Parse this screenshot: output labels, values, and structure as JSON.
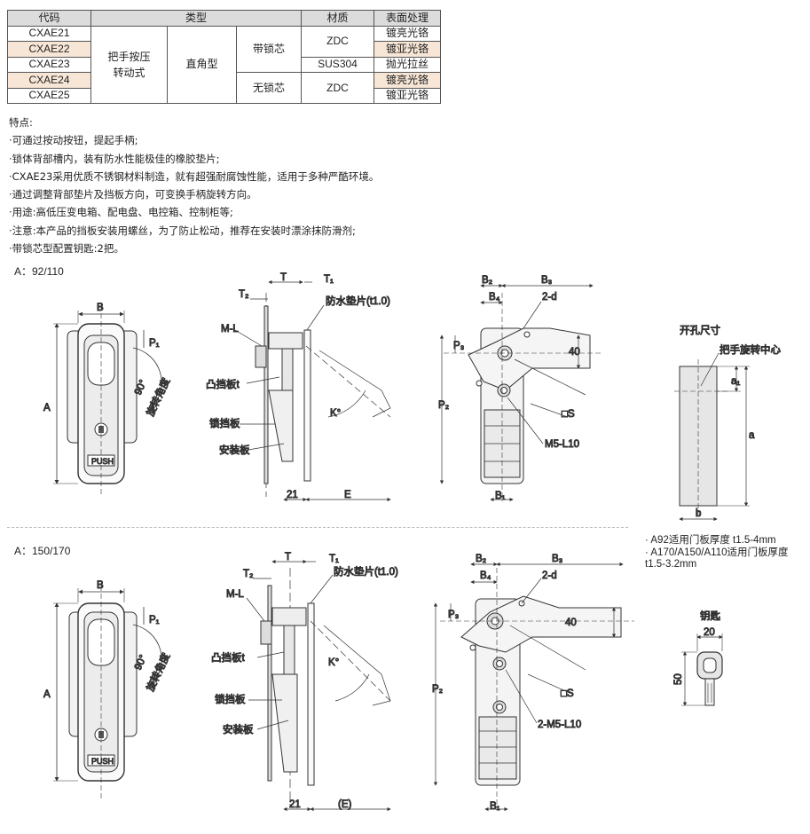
{
  "table": {
    "headers": [
      "代码",
      "类型",
      "材质",
      "表面处理"
    ],
    "codes": [
      "CXAE21",
      "CXAE22",
      "CXAE23",
      "CXAE24",
      "CXAE25"
    ],
    "type1": "把手按压\n转动式",
    "type2": "直角型",
    "lock_with": "带锁芯",
    "lock_without": "无锁芯",
    "material_zdc_1": "ZDC",
    "material_sus": "SUS304",
    "material_zdc_2": "ZDC",
    "finishes": [
      "镀亮光铬",
      "镀亚光铬",
      "抛光拉丝",
      "镀亮光铬",
      "镀亚光铬"
    ]
  },
  "notes": [
    "特点:",
    "·可通过按动按钮，提起手柄;",
    "·锁体背部槽内，装有防水性能极佳的橡胶垫片;",
    "·CXAE23采用优质不锈钢材料制造，就有超强耐腐蚀性能，适用于多种严酷环境。",
    "·通过调整背部垫片及挡板方向，可变换手柄旋转方向。",
    "·用途:高低压变电箱、配电盘、电控箱、控制柜等;",
    "·注意:本产品的挡板安装用螺丝，为了防止松动，推荐在安装时漂涂抹防滑剂;",
    "·带锁芯型配置钥匙:2把。"
  ],
  "section_a1": "A：92/110",
  "section_a2": "A：150/170",
  "dims": {
    "B": "B",
    "A": "A",
    "P1": "P₁",
    "P2": "P₂",
    "P3": "P₃",
    "T": "T",
    "T1": "T₁",
    "T2": "T₂",
    "ML": "M-L",
    "rot": "90°",
    "rot_text": "旋转角度",
    "K": "K°",
    "d21": "21",
    "E": "E",
    "E_paren": "(E)",
    "B1": "B₁",
    "B2": "B₂",
    "B3": "B₃",
    "B4": "B₄",
    "twod": "2-d",
    "forty": "40",
    "S": "□S",
    "M5": "M5-L10",
    "M5x2": "2-M5-L10",
    "a": "a",
    "a1": "a₁",
    "b": "b",
    "twenty": "20",
    "fifty": "50"
  },
  "callouts": {
    "gasket": "防水垫片(t1.0)",
    "cam": "凸挡板t",
    "lockplate": "锁挡板",
    "mountplate": "安装板",
    "cutout": "开孔尺寸",
    "center": "把手旋转中心",
    "key": "钥匙",
    "push": "PUSH"
  },
  "side_notes": [
    "· A92适用门板厚度 t1.5-4mm",
    "· A170/A150/A110适用门板厚度 t1.5-3.2mm"
  ]
}
